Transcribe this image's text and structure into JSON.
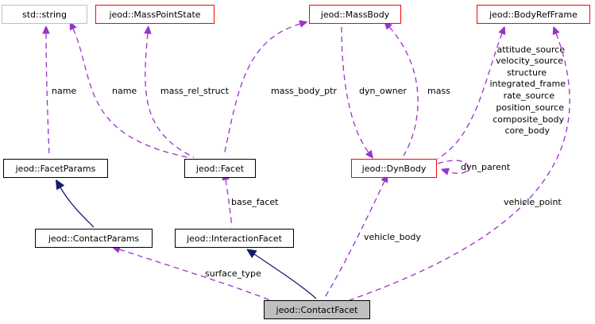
{
  "nodes": {
    "std_string": "std::string",
    "mass_point_state": "jeod::MassPointState",
    "mass_body": "jeod::MassBody",
    "body_ref_frame": "jeod::BodyRefFrame",
    "facet_params": "jeod::FacetParams",
    "facet": "jeod::Facet",
    "dyn_body": "jeod::DynBody",
    "contact_params": "jeod::ContactParams",
    "interaction_facet": "jeod::InteractionFacet",
    "contact_facet": "jeod::ContactFacet"
  },
  "edge_labels": {
    "name_facet_params": "name",
    "name_facet": "name",
    "mass_rel_struct": "mass_rel_struct",
    "mass_body_ptr": "mass_body_ptr",
    "dyn_owner": "dyn_owner",
    "mass": "mass",
    "body_ref_frame_members": [
      "attitude_source",
      "velocity_source",
      "structure",
      "integrated_frame",
      "rate_source",
      "position_source",
      "composite_body",
      "core_body"
    ],
    "dyn_parent": "dyn_parent",
    "base_facet": "base_facet",
    "vehicle_point": "vehicle_point",
    "vehicle_body": "vehicle_body",
    "surface_type": "surface_type"
  },
  "colors": {
    "usage_edge": "#9a32cd",
    "inheritance_edge": "#191970",
    "undocumented_border": "#ff0000",
    "external_border": "#bfbfbf",
    "focus_fill": "#bfbfbf"
  }
}
